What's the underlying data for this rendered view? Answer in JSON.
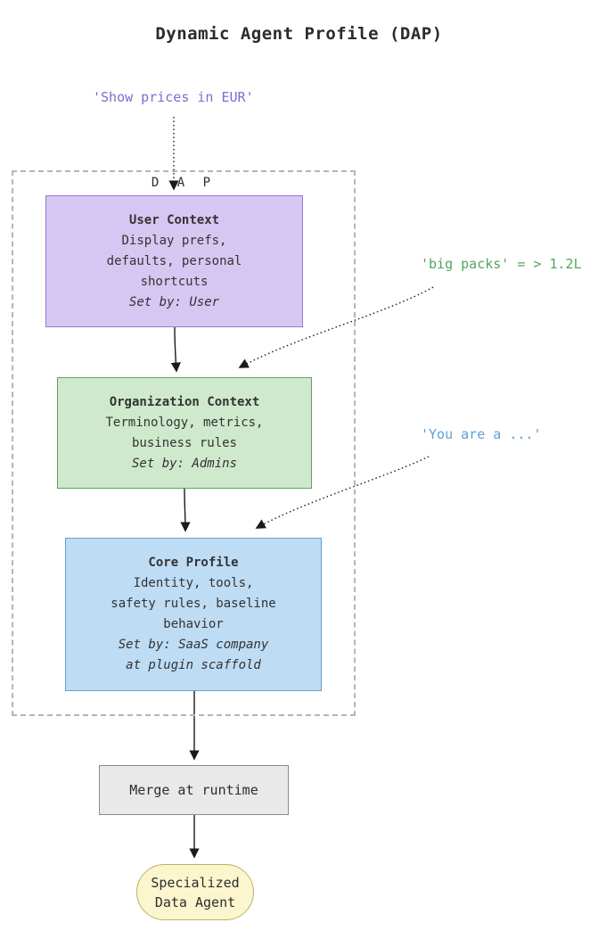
{
  "title": "Dynamic Agent Profile (DAP)",
  "annotations": {
    "user_example": {
      "text": "'Show prices in EUR'",
      "color": "#7c6cd4"
    },
    "org_example": {
      "text": "'big packs' = > 1.2L",
      "color": "#53a65c"
    },
    "core_example": {
      "text": "'You are a ...'",
      "color": "#5f9fd6"
    }
  },
  "dap_container": {
    "label": "D A P",
    "border_color": "#b5b5b5"
  },
  "boxes": {
    "user_context": {
      "title": "User Context",
      "lines": [
        "Display prefs,",
        "defaults, personal",
        "shortcuts"
      ],
      "set_by": "Set by: User",
      "fill": "#d6c7f2",
      "border": "#9878d4"
    },
    "organization_context": {
      "title": "Organization Context",
      "lines": [
        "Terminology, metrics,",
        "business rules"
      ],
      "set_by": "Set by: Admins",
      "fill": "#cfe9cc",
      "border": "#60a065"
    },
    "core_profile": {
      "title": "Core Profile",
      "lines": [
        "Identity, tools,",
        "safety rules, baseline",
        "behavior"
      ],
      "set_by_lines": [
        "Set by: SaaS company",
        "at plugin scaffold"
      ],
      "fill": "#bedcf4",
      "border": "#65a0cf"
    }
  },
  "merge_node": {
    "label": "Merge at runtime",
    "fill": "#e9e9e9",
    "border": "#8c8c8c"
  },
  "agent_node": {
    "lines": [
      "Specialized",
      "Data Agent"
    ],
    "fill": "#fbf6cd",
    "border": "#bfb163"
  },
  "arrow_color": "#1a1a1a"
}
